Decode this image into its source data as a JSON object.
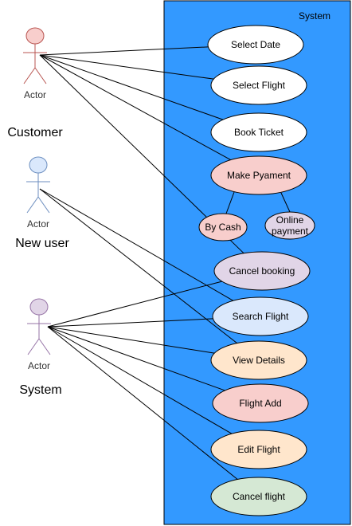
{
  "system": {
    "title": "System",
    "fill": "#3399ff"
  },
  "actors": [
    {
      "id": "customer",
      "label": "Actor",
      "role": "Customer",
      "fill": "#f8cecc",
      "stroke": "#b85450"
    },
    {
      "id": "new-user",
      "label": "Actor",
      "role": "New user",
      "fill": "#dae8fc",
      "stroke": "#6c8ebf"
    },
    {
      "id": "system-actor",
      "label": "Actor",
      "role": "System",
      "fill": "#e1d5e7",
      "stroke": "#9673a6"
    }
  ],
  "use_cases": [
    {
      "id": "select-date",
      "label": "Select Date",
      "fill": "#ffffff"
    },
    {
      "id": "select-flight",
      "label": "Select Flight",
      "fill": "#ffffff"
    },
    {
      "id": "book-ticket",
      "label": "Book Ticket",
      "fill": "#ffffff"
    },
    {
      "id": "make-payment",
      "label": "Make Pyament",
      "fill": "#f8cecc"
    },
    {
      "id": "by-cash",
      "label": "By Cash",
      "fill": "#f8cecc"
    },
    {
      "id": "online-payment",
      "label": "Online payment",
      "fill": "#e1d5e7"
    },
    {
      "id": "cancel-booking",
      "label": "Cancel booking",
      "fill": "#e1d5e7"
    },
    {
      "id": "search-flight",
      "label": "Search Flight",
      "fill": "#dae8fc"
    },
    {
      "id": "view-details",
      "label": "View Details",
      "fill": "#ffe6cc"
    },
    {
      "id": "flight-add",
      "label": "Flight Add",
      "fill": "#f8cecc"
    },
    {
      "id": "edit-flight",
      "label": "Edit Flight",
      "fill": "#ffe6cc"
    },
    {
      "id": "cancel-flight",
      "label": "Cancel flight",
      "fill": "#d5e8d4"
    }
  ],
  "associations": [
    [
      "customer",
      "select-date"
    ],
    [
      "customer",
      "select-flight"
    ],
    [
      "customer",
      "book-ticket"
    ],
    [
      "customer",
      "make-payment"
    ],
    [
      "customer",
      "cancel-booking"
    ],
    [
      "make-payment",
      "by-cash"
    ],
    [
      "make-payment",
      "online-payment"
    ],
    [
      "new-user",
      "search-flight"
    ],
    [
      "new-user",
      "view-details"
    ],
    [
      "system-actor",
      "cancel-booking"
    ],
    [
      "system-actor",
      "search-flight"
    ],
    [
      "system-actor",
      "view-details"
    ],
    [
      "system-actor",
      "flight-add"
    ],
    [
      "system-actor",
      "edit-flight"
    ],
    [
      "system-actor",
      "cancel-flight"
    ]
  ]
}
